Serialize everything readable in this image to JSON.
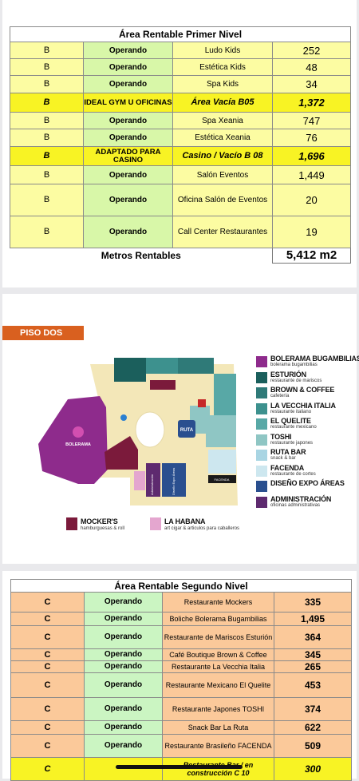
{
  "table1": {
    "title": "Área Rentable Primer Nivel",
    "rows": [
      {
        "level": "B",
        "status": "Operando",
        "name": "Ludo Kids",
        "area": "252",
        "hl": false,
        "h": 20
      },
      {
        "level": "B",
        "status": "Operando",
        "name": "Estética Kids",
        "area": "48",
        "hl": false,
        "h": 20
      },
      {
        "level": "B",
        "status": "Operando",
        "name": "Spa Kids",
        "area": "34",
        "hl": false,
        "h": 21
      },
      {
        "level": "B",
        "status": "IDEAL GYM U OFICINAS",
        "name": "Área Vacía B05",
        "area": "1,372",
        "hl": true,
        "h": 23
      },
      {
        "level": "B",
        "status": "Operando",
        "name": "Spa Xeania",
        "area": "747",
        "hl": false,
        "h": 20
      },
      {
        "level": "B",
        "status": "Operando",
        "name": "Estética Xeania",
        "area": "76",
        "hl": false,
        "h": 21
      },
      {
        "level": "B",
        "status": "ADAPTADO PARA CASINO",
        "name": "Casino / Vacío B 08",
        "area": "1,696",
        "hl": true,
        "h": 23
      },
      {
        "level": "B",
        "status": "Operando",
        "name": "Salón Eventos",
        "area": "1,449",
        "hl": false,
        "h": 22
      },
      {
        "level": "B",
        "status": "Operando",
        "name": "Oficina Salón de Eventos",
        "area": "20",
        "hl": false,
        "h": 39
      },
      {
        "level": "B",
        "status": "Operando",
        "name": "Call Center Restaurantes",
        "area": "19",
        "hl": false,
        "h": 39
      }
    ],
    "footer_label": "Metros Rentables",
    "footer_total": "5,412 m2"
  },
  "map": {
    "piso_label": "PISO DOS",
    "store_labels": {
      "bolerama": "BOLERAMA",
      "ruta": "RUTA",
      "facenda": "FACENDA",
      "administracion": "Administración",
      "diseno": "Diseño Expo Áreas"
    },
    "legend": [
      {
        "name": "BOLERAMA BUGAMBILIAS",
        "sub": "bolerama bugambilias",
        "color": "#8e2b8c"
      },
      {
        "name": "ESTURIÓN",
        "sub": "restaurante de mariscos",
        "color": "#1b5f5c"
      },
      {
        "name": "BROWN & COFFEE",
        "sub": "cafetería",
        "color": "#2f7a78"
      },
      {
        "name": "LA VECCHIA ITALIA",
        "sub": "restaurante italiano",
        "color": "#3d918e"
      },
      {
        "name": "EL QUELITE",
        "sub": "restaurante mexicano",
        "color": "#58a8a6"
      },
      {
        "name": "TOSHI",
        "sub": "restaurante japones",
        "color": "#8fc6c4"
      },
      {
        "name": "RUTA BAR",
        "sub": "snack & bar",
        "color": "#a9d5e3"
      },
      {
        "name": "FACENDA",
        "sub": "restaurante de cortes",
        "color": "#cde7ef"
      },
      {
        "name": "DISEÑO EXPO ÁREAS",
        "sub": "",
        "color": "#2a4f8f"
      },
      {
        "name": "ADMINISTRACIÓN",
        "sub": "oficinas administrativas",
        "color": "#5e2a6f"
      }
    ],
    "bottom_legend": [
      {
        "name": "MOCKER'S",
        "sub": "hamburguesas & roll",
        "color": "#7b1a3b"
      },
      {
        "name": "LA HABANA",
        "sub": "art cigar & articulos para caballeros",
        "color": "#e4a6cf"
      }
    ]
  },
  "table3": {
    "title": "Área Rentable Segundo Nivel",
    "rows": [
      {
        "level": "C",
        "status": "Operando",
        "name": "Restaurante Mockers",
        "area": "335",
        "hl": false,
        "h": 24
      },
      {
        "level": "C",
        "status": "Operando",
        "name": "Boliche Bolerama Bugambilias",
        "area": "1,495",
        "hl": false,
        "h": 16
      },
      {
        "level": "C",
        "status": "Operando",
        "name": "Restaurante de Mariscos Esturión",
        "area": "364",
        "hl": false,
        "h": 28
      },
      {
        "level": "C",
        "status": "Operando",
        "name": "Café Boutique Brown & Coffee",
        "area": "345",
        "hl": false,
        "h": 14
      },
      {
        "level": "C",
        "status": "Operando",
        "name": "Restaurante  La Vecchia Italia",
        "area": "265",
        "hl": false,
        "h": 14
      },
      {
        "level": "C",
        "status": "Operando",
        "name": "Restaurante Mexicano El Quelite",
        "area": "453",
        "hl": false,
        "h": 30
      },
      {
        "level": "C",
        "status": "Operando",
        "name": "Restaurante Japones TOSHI",
        "area": "374",
        "hl": false,
        "h": 28
      },
      {
        "level": "C",
        "status": "Operando",
        "name": "Snack Bar La Ruta",
        "area": "622",
        "hl": false,
        "h": 16
      },
      {
        "level": "C",
        "status": "Operando",
        "name": "Restaurante Brasileño FACENDA",
        "area": "509",
        "hl": false,
        "h": 28
      },
      {
        "level": "C",
        "status": "",
        "name": "Restaurante Bar / en construcción C 10",
        "area": "300",
        "hl": true,
        "h": 28
      }
    ]
  }
}
